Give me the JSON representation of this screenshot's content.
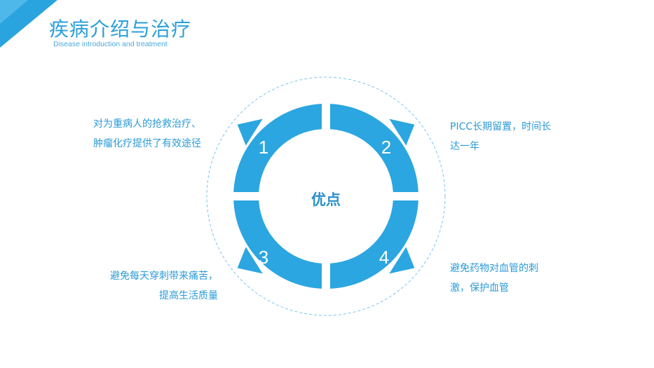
{
  "header": {
    "title": "疾病介绍与治疗",
    "subtitle": "Disease introduction and treatment"
  },
  "diagram": {
    "center_label": "优点",
    "segments": [
      {
        "number": "1",
        "lines": [
          "对为重病人的抢救治疗、",
          "肿瘤化疗提供了有效途径"
        ]
      },
      {
        "number": "2",
        "lines": [
          "PICC长期留置，时间长",
          "达一年"
        ]
      },
      {
        "number": "3",
        "lines": [
          "避免每天穿刺带来痛苦，",
          "提高生活质量"
        ]
      },
      {
        "number": "4",
        "lines": [
          "避免药物对血管的刺",
          "激，保护血管"
        ]
      }
    ]
  },
  "colors": {
    "accent": "#2ba6e0",
    "title": "#2a9fd8",
    "text": "#2b9ad6"
  }
}
